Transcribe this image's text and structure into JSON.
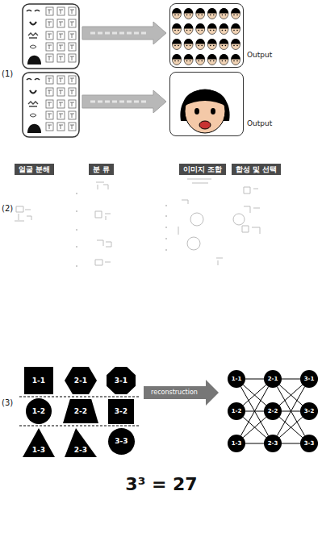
{
  "diagram": {
    "nodes": [
      {
        "text": [
          "Output"
        ]
      },
      {
        "text": [
          "Output"
        ]
      },
      {
        "text": [
          "얼굴 분해"
        ]
      },
      {
        "text": [
          "분 류"
        ]
      },
      {
        "text": [
          "이미지 조합"
        ]
      },
      {
        "text": [
          "합성 및 선택"
        ]
      },
      {
        "text": [
          "1-1"
        ]
      },
      {
        "text": [
          "1-2"
        ]
      },
      {
        "text": [
          "1-3"
        ]
      },
      {
        "text": [
          "2-1"
        ]
      },
      {
        "text": [
          "2-2"
        ]
      },
      {
        "text": [
          "2-3"
        ]
      },
      {
        "text": [
          "3-1"
        ]
      },
      {
        "text": [
          "3-2"
        ]
      },
      {
        "text": [
          "3-3"
        ]
      },
      {
        "text": [
          "1-1"
        ]
      },
      {
        "text": [
          "1-2"
        ]
      },
      {
        "text": [
          "1-3"
        ]
      },
      {
        "text": [
          "2-1"
        ]
      },
      {
        "text": [
          "2-2"
        ]
      },
      {
        "text": [
          "2-3"
        ]
      },
      {
        "text": [
          "3-1"
        ]
      },
      {
        "text": [
          "3-2"
        ]
      },
      {
        "text": [
          "3-3"
        ]
      }
    ],
    "edges": [
      {
        "from": 15,
        "to": 18,
        "arrow": "none"
      },
      {
        "from": 15,
        "to": 19,
        "arrow": "none"
      },
      {
        "from": 15,
        "to": 20,
        "arrow": "none"
      },
      {
        "from": 16,
        "to": 18,
        "arrow": "none"
      },
      {
        "from": 16,
        "to": 19,
        "arrow": "none"
      },
      {
        "from": 16,
        "to": 20,
        "arrow": "none"
      },
      {
        "from": 17,
        "to": 18,
        "arrow": "none"
      },
      {
        "from": 17,
        "to": 19,
        "arrow": "none"
      },
      {
        "from": 17,
        "to": 20,
        "arrow": "none"
      },
      {
        "from": 18,
        "to": 21,
        "arrow": "none"
      },
      {
        "from": 18,
        "to": 22,
        "arrow": "none"
      },
      {
        "from": 18,
        "to": 23,
        "arrow": "none"
      },
      {
        "from": 19,
        "to": 21,
        "arrow": "none"
      },
      {
        "from": 19,
        "to": 22,
        "arrow": "none"
      },
      {
        "from": 19,
        "to": 23,
        "arrow": "none"
      },
      {
        "from": 20,
        "to": 21,
        "arrow": "none"
      },
      {
        "from": 20,
        "to": 22,
        "arrow": "none"
      },
      {
        "from": 20,
        "to": 23,
        "arrow": "none"
      }
    ],
    "labels": [
      "(1)",
      "(2)",
      "(3)",
      "reconstruction",
      "3³ = 27"
    ]
  }
}
